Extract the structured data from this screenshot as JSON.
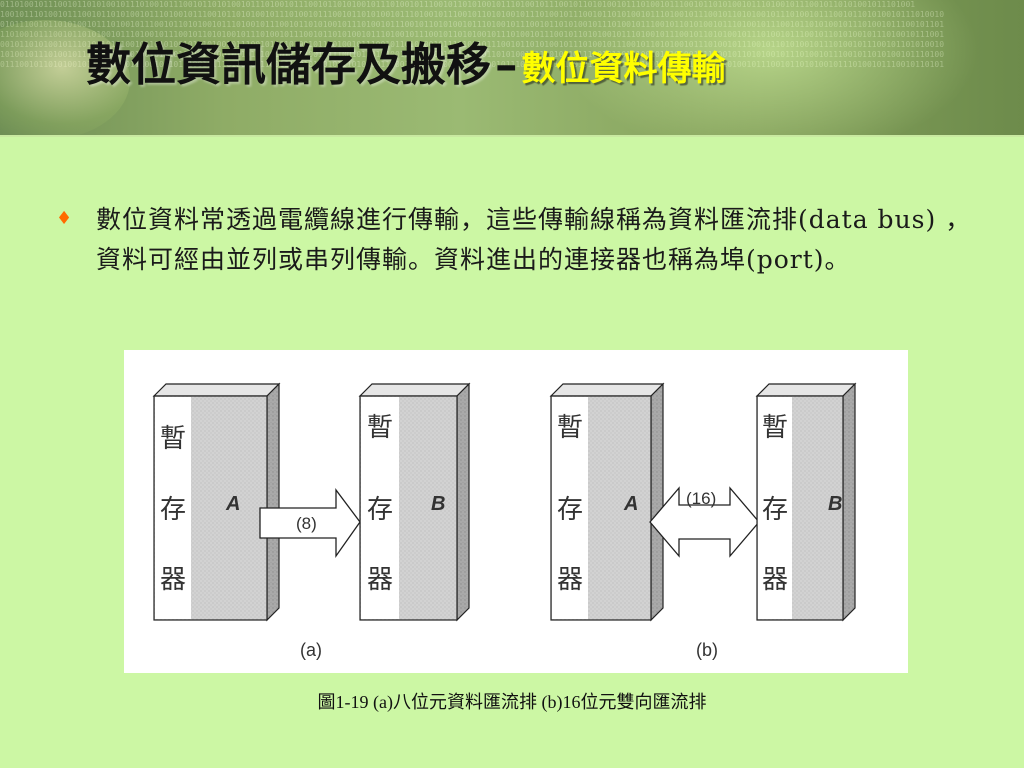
{
  "slide": {
    "title_main": "數位資訊儲存及搬移",
    "title_separator": "–",
    "title_sub": "數位資料傳輸",
    "bullet_icon": "diamond-bullet-icon",
    "bullet_text": "數位資料常透過電纜線進行傳輸，這些傳輸線稱為資料匯流排(data bus) ，資料可經由並列或串列傳輸。資料進出的連接器也稱為埠(port)。",
    "caption": "圖1-19  (a)八位元資料匯流排 (b)16位元雙向匯流排"
  },
  "figure": {
    "register_chars": [
      "暫",
      "存",
      "器"
    ],
    "panel_a": {
      "left_register": "A",
      "right_register": "B",
      "arrow_label": "(8)",
      "label": "(a)"
    },
    "panel_b": {
      "left_register": "A",
      "right_register": "B",
      "arrow_label": "(16)",
      "label": "(b)"
    }
  },
  "colors": {
    "background": "#ccf7a4",
    "title_sub": "#ffff00",
    "bullet": "#ff6a00"
  }
}
